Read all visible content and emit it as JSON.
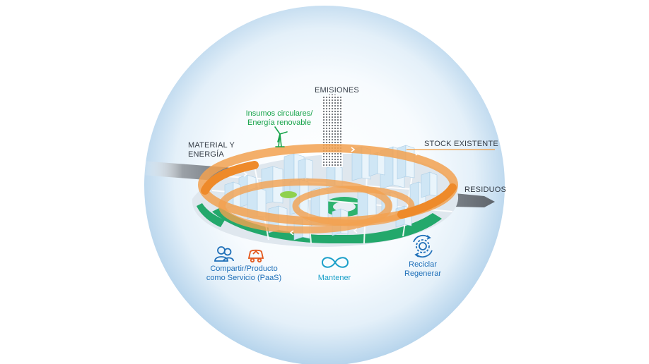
{
  "labels": {
    "emisiones": "EMISIONES",
    "insumos_line1": "Insumos circulares/",
    "insumos_line2": "Energía renovable",
    "material_line1": "MATERIAL Y",
    "material_line2": "ENERGÍA",
    "stock": "STOCK EXISTENTE",
    "residuos": "RESIDUOS",
    "compartir_line1": "Compartir/Producto",
    "compartir_line2": "como Servicio (PaaS)",
    "mantener": "Mantener",
    "reciclar_line1": "Reciclar",
    "reciclar_line2": "Regenerar"
  },
  "icons": [
    "wind-turbine-icon",
    "users-icon",
    "car-icon",
    "infinity-icon",
    "recycle-gear-icon"
  ],
  "colors": {
    "sphere": "#bcd8ee",
    "orange_ring": "#f39a3c",
    "green": "#1fa463",
    "blue": "#1e6fb8",
    "teal": "#1ca0c9",
    "dark_text": "#343c46"
  }
}
